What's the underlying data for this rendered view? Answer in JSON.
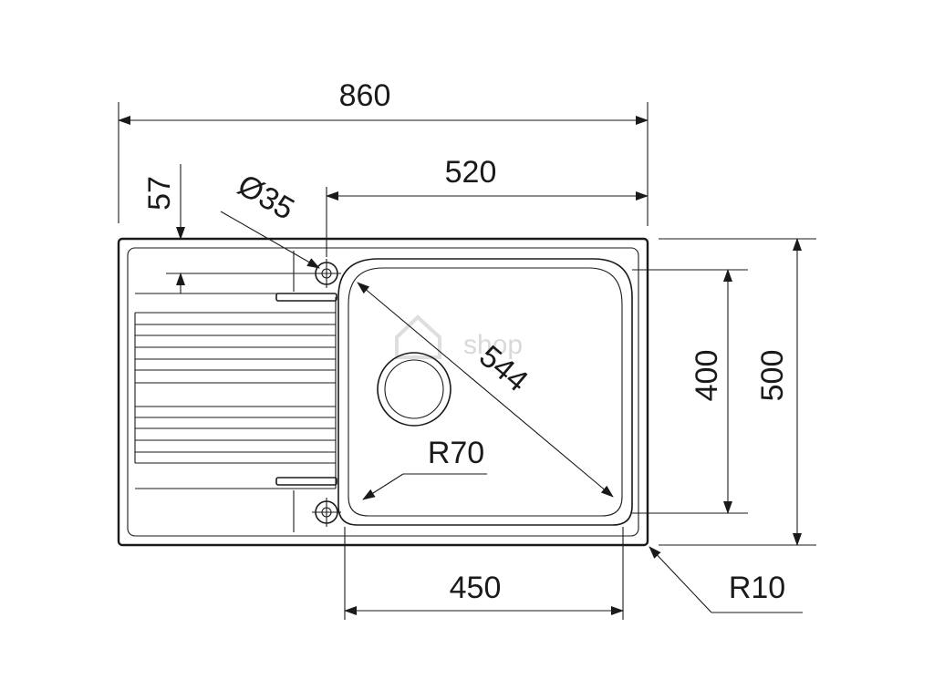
{
  "dimensions": {
    "overall_width": "860",
    "bowl_offset": "520",
    "edge_offset": "57",
    "tap_hole_diameter": "Ø35",
    "bowl_diagonal": "544",
    "corner_radius_bowl": "R70",
    "bowl_depth": "400",
    "overall_depth": "500",
    "bowl_width": "450",
    "corner_radius_outer": "R10"
  },
  "watermark": "shop",
  "colors": {
    "line": "#1a1a1a",
    "background": "#ffffff",
    "watermark": "#d9d9d9"
  }
}
